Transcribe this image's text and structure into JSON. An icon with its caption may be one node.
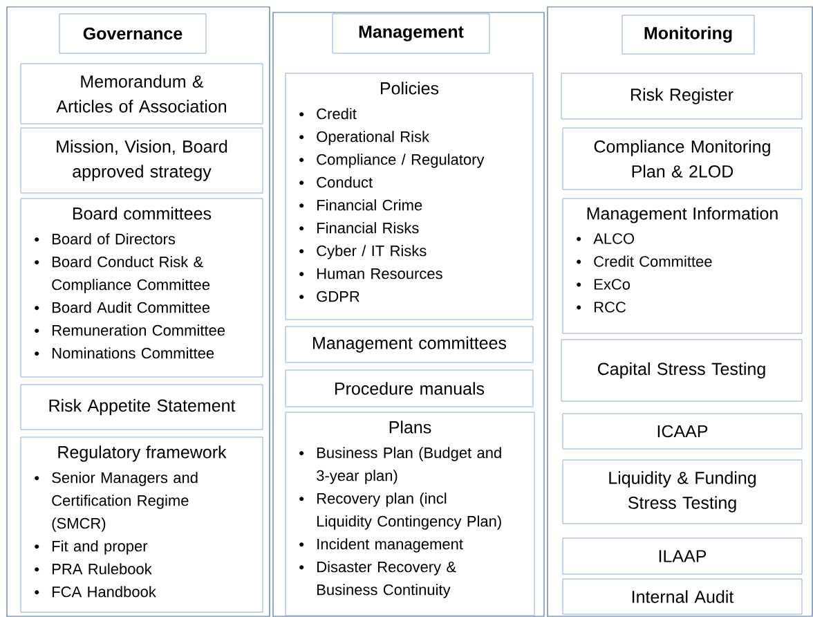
{
  "diagram": {
    "nodes": [
      {
        "text": [],
        "shape": "box"
      },
      {
        "text": [
          "Governance"
        ],
        "in": 0
      },
      {
        "text": [
          "Memorandum & Articles of Association"
        ],
        "in": 0
      },
      {
        "text": [
          "Mission, Vision, Board approved strategy"
        ],
        "in": 0
      },
      {
        "text": [
          "Board committees",
          "Board of Directors",
          "Board Conduct Risk & Compliance Committee",
          "Board Audit Committee",
          "Remuneration Committee",
          "Nominations Committee"
        ],
        "in": 0
      },
      {
        "text": [
          "Risk Appetite Statement"
        ],
        "in": 0
      },
      {
        "text": [
          "Regulatory framework",
          "Senior Managers and Certification Regime (SMCR)",
          "Fit and proper",
          "PRA Rulebook",
          "FCA Handbook"
        ],
        "in": 0
      },
      {
        "text": [],
        "shape": "box"
      },
      {
        "text": [
          "Management"
        ],
        "in": 7
      },
      {
        "text": [
          "Policies",
          "Credit",
          "Operational Risk",
          "Compliance / Regulatory",
          "Conduct",
          "Financial Crime",
          "Financial Risks",
          "Cyber / IT Risks",
          "Human Resources",
          "GDPR"
        ],
        "in": 7
      },
      {
        "text": [
          "Management committees"
        ],
        "in": 7
      },
      {
        "text": [
          "Procedure manuals"
        ],
        "in": 7
      },
      {
        "text": [
          "Plans",
          "Business Plan (Budget and 3-year plan)",
          "Recovery plan (incl Liquidity Contingency Plan)",
          "Incident management",
          "Disaster Recovery & Business Continuity"
        ],
        "in": 7
      },
      {
        "text": [],
        "shape": "box"
      },
      {
        "text": [
          "Monitoring"
        ],
        "in": 13
      },
      {
        "text": [
          "Risk Register"
        ],
        "in": 13
      },
      {
        "text": [
          "Compliance Monitoring Plan & 2LOD"
        ],
        "in": 13
      },
      {
        "text": [
          "Management Information",
          "ALCO",
          "Credit Committee",
          "ExCo",
          "RCC"
        ],
        "in": 13
      },
      {
        "text": [
          "Capital Stress Testing"
        ],
        "in": 13
      },
      {
        "text": [
          "ICAAP"
        ],
        "in": 13
      },
      {
        "text": [
          "Liquidity & Funding Stress Testing"
        ],
        "in": 13
      },
      {
        "text": [
          "ILAAP"
        ],
        "in": 13
      },
      {
        "text": [
          "Internal Audit"
        ],
        "in": 13
      }
    ]
  }
}
